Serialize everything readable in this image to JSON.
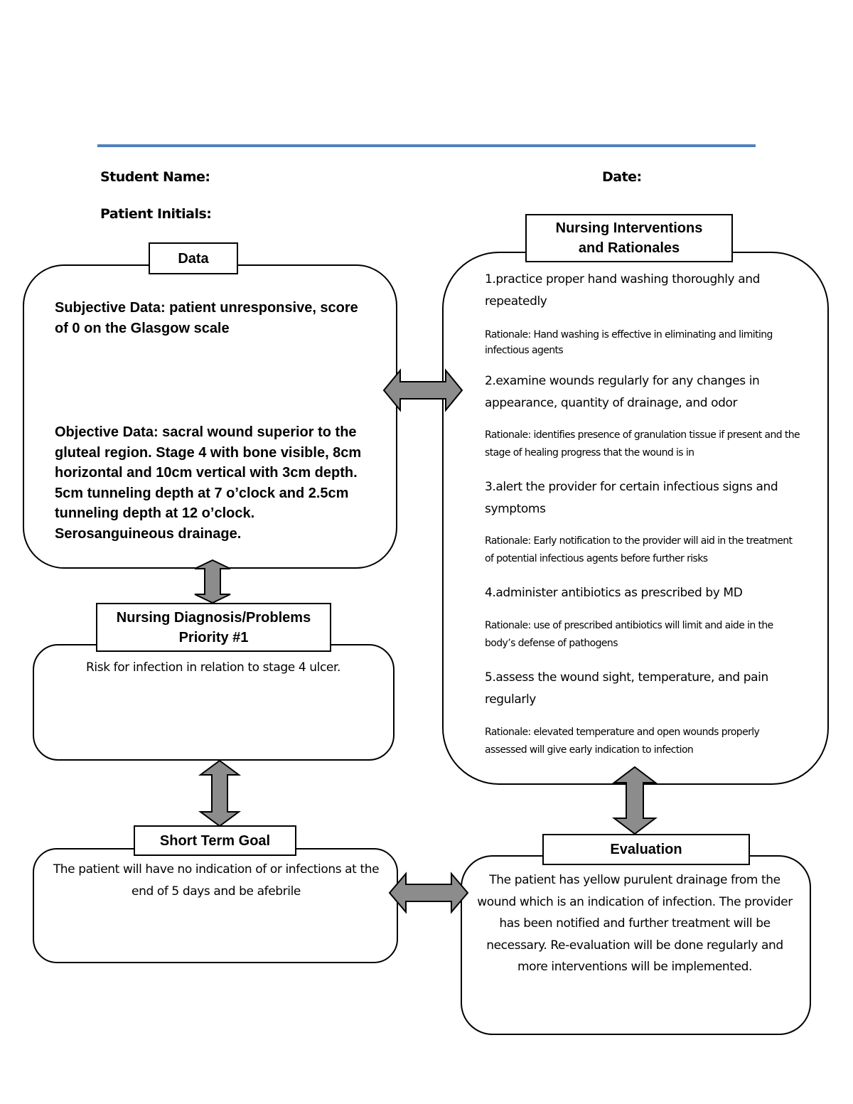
{
  "header": {
    "student_name_label": "Student Name:",
    "date_label": "Date:",
    "patient_initials_label": "Patient Initials:"
  },
  "data_section": {
    "title": "Data",
    "subjective": "Subjective Data: patient unresponsive, score of 0 on the Glasgow scale",
    "objective": "Objective Data: sacral wound superior to the gluteal region. Stage 4 with bone visible, 8cm horizontal and 10cm vertical with 3cm depth. 5cm tunneling depth at 7 o’clock and 2.5cm tunneling depth at 12 o’clock. Serosanguineous drainage."
  },
  "diagnosis": {
    "title_line1": "Nursing Diagnosis/Problems",
    "title_line2": "Priority #1",
    "text": "Risk for infection in relation to stage 4 ulcer."
  },
  "short_term_goal": {
    "title": "Short Term Goal",
    "text": "The patient will have no indication of or infections at the end of 5 days and be afebrile"
  },
  "interventions": {
    "title_line1": "Nursing Interventions",
    "title_line2": "and Rationales",
    "items": [
      {
        "text": "1.practice proper hand washing thoroughly and repeatedly",
        "rationale": "Rationale: Hand washing is effective in eliminating and limiting infectious agents"
      },
      {
        "text": "2.examine wounds regularly for any changes in appearance, quantity of drainage, and odor",
        "rationale": "Rationale: identifies presence of granulation tissue if present and the stage of healing progress that the wound is in"
      },
      {
        "text": "3.alert the provider for certain infectious signs and symptoms",
        "rationale": "Rationale: Early notification to the provider will aid in the treatment of potential infectious agents before further risks"
      },
      {
        "text": "4.administer antibiotics as prescribed by MD",
        "rationale": "Rationale: use of prescribed antibiotics will limit and aide in the body’s defense of pathogens"
      },
      {
        "text": "5.assess the wound sight, temperature, and pain regularly",
        "rationale": "Rationale: elevated temperature and open wounds properly assessed will give early indication to infection"
      }
    ]
  },
  "evaluation": {
    "title": "Evaluation",
    "text": "The patient has yellow purulent drainage from the wound which is an indication of infection. The provider has been notified and further treatment will be necessary. Re-evaluation will be done regularly and more interventions will be implemented."
  },
  "colors": {
    "rule": "#4f81bd",
    "arrow_fill": "#8c8c8c",
    "border": "#000000"
  }
}
